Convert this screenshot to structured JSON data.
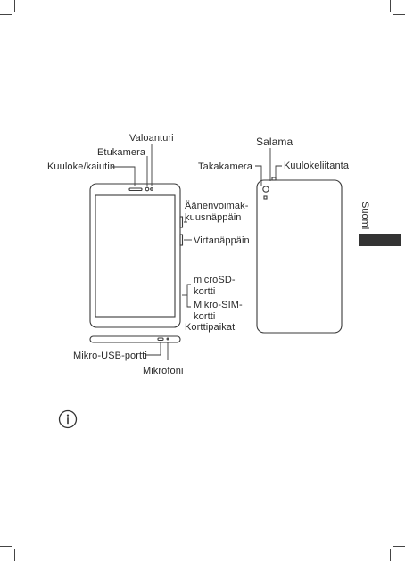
{
  "labels": {
    "light_sensor": "Valoanturi",
    "front_camera": "Etukamera",
    "earpiece": "Kuuloke/kaiutin",
    "volume_keys": "Äänenvoimak-\nkuusnäppäin",
    "volume_line1": "Äänenvoimak-",
    "volume_line2": "kuusnäppäin",
    "power_key": "Virtanäppäin",
    "microsd_line1": "microSD-",
    "microsd_line2": "kortti",
    "microsim_line1": "Mikro-SIM-",
    "microsim_line2": "kortti",
    "card_slots": "Korttipaikat",
    "micro_usb": "Mikro-USB-portti",
    "microphone": "Mikrofoni",
    "flash": "Salama",
    "rear_camera": "Takakamera",
    "headset_jack": "Kuulokeliitanta"
  },
  "side_tab": {
    "label": "Suomi"
  },
  "icons": {
    "info": "info-circle-icon"
  },
  "colors": {
    "ink": "#2a2a2a",
    "tab": "#333333"
  }
}
